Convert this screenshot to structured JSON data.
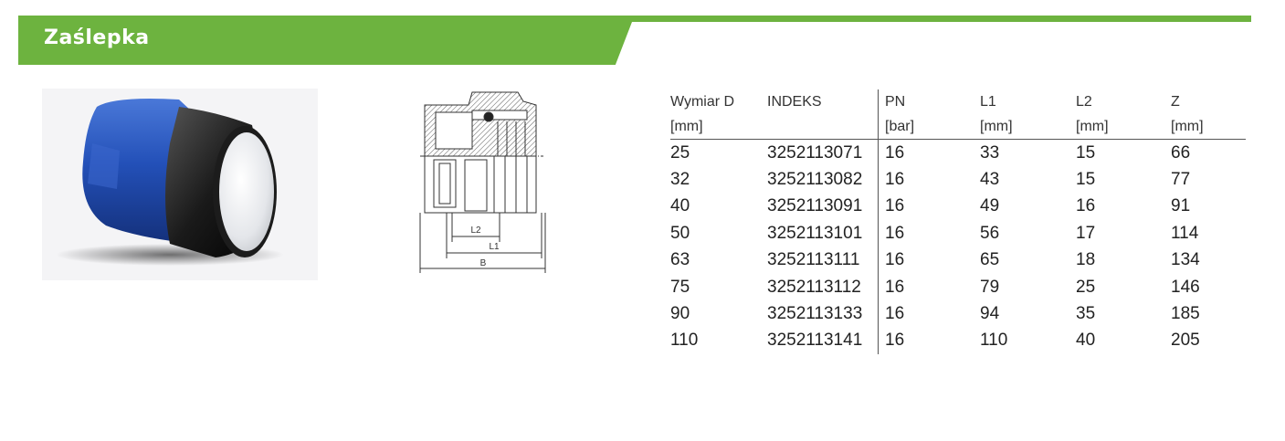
{
  "header": {
    "title": "Zaślepka",
    "accent_color": "#6db33f"
  },
  "product_photo": {
    "icon": "end-cap-photo-icon"
  },
  "drawing": {
    "icon": "technical-drawing-icon",
    "dim_l2": "L2",
    "dim_l1": "L1",
    "dim_b": "B"
  },
  "table": {
    "columns": [
      {
        "name": "Wymiar D",
        "unit": "[mm]"
      },
      {
        "name": "INDEKS",
        "unit": ""
      },
      {
        "name": "PN",
        "unit": "[bar]"
      },
      {
        "name": "L1",
        "unit": "[mm]"
      },
      {
        "name": "L2",
        "unit": "[mm]"
      },
      {
        "name": "Z",
        "unit": "[mm]"
      }
    ],
    "rows": [
      [
        "25",
        "3252113071",
        "16",
        "33",
        "15",
        "66"
      ],
      [
        "32",
        "3252113082",
        "16",
        "43",
        "15",
        "77"
      ],
      [
        "40",
        "3252113091",
        "16",
        "49",
        "16",
        "91"
      ],
      [
        "50",
        "3252113101",
        "16",
        "56",
        "17",
        "114"
      ],
      [
        "63",
        "3252113111",
        "16",
        "65",
        "18",
        "134"
      ],
      [
        "75",
        "3252113112",
        "16",
        "79",
        "25",
        "146"
      ],
      [
        "90",
        "3252113133",
        "16",
        "94",
        "35",
        "185"
      ],
      [
        "110",
        "3252113141",
        "16",
        "110",
        "40",
        "205"
      ]
    ]
  }
}
